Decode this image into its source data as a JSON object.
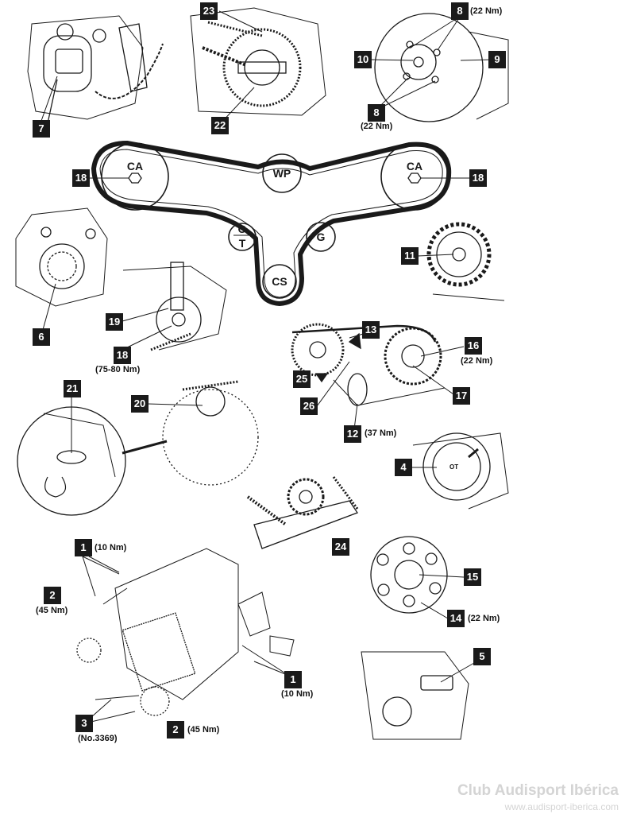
{
  "pulleys": {
    "cam_left": "CA",
    "cam_right": "CA",
    "water_pump": "WP",
    "tensioner_top": "O",
    "tensioner_bottom": "T",
    "idler": "G",
    "crankshaft": "CS"
  },
  "callouts": {
    "c1a": "1",
    "c1b": "1",
    "c2a": "2",
    "c2b": "2",
    "c3": "3",
    "c4": "4",
    "c5": "5",
    "c6": "6",
    "c7": "7",
    "c8a": "8",
    "c8b": "8",
    "c9": "9",
    "c10": "10",
    "c11": "11",
    "c12": "12",
    "c13": "13",
    "c14": "14",
    "c15": "15",
    "c16": "16",
    "c17": "17",
    "c18a": "18",
    "c18b": "18",
    "c18c": "18",
    "c19": "19",
    "c20": "20",
    "c21": "21",
    "c22": "22",
    "c23": "23",
    "c24": "24",
    "c25": "25",
    "c26": "26"
  },
  "torques": {
    "t8a": "(22 Nm)",
    "t8b": "(22 Nm)",
    "t18": "(75-80 Nm)",
    "t16": "(22 Nm)",
    "t12": "(37 Nm)",
    "t14": "(22 Nm)",
    "t1a": "(10 Nm)",
    "t2a": "(45 Nm)",
    "t1b": "(10 Nm)",
    "t3": "(No.3369)",
    "t2b": "(45 Nm)"
  },
  "marks": {
    "ot": "OT"
  },
  "watermark": {
    "club": "Club Audisport Ibérica",
    "url": "www.audisport-iberica.com"
  },
  "colors": {
    "ink": "#1a1a1a",
    "paper": "#ffffff",
    "watermark": "#d4d4d4"
  }
}
